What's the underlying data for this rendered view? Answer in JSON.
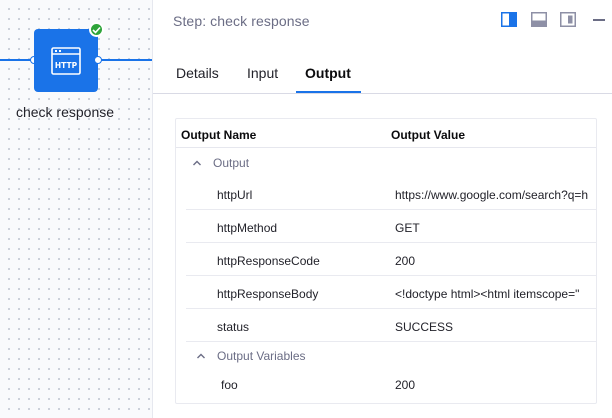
{
  "canvas": {
    "node": {
      "icon_text": "HTTP",
      "label": "check response",
      "status": "success"
    }
  },
  "panel": {
    "title": "Step: check response",
    "layout_buttons": [
      "dock-right-icon",
      "dock-bottom-icon",
      "float-icon"
    ],
    "tabs": [
      {
        "label": "Details",
        "active": false
      },
      {
        "label": "Input",
        "active": false
      },
      {
        "label": "Output",
        "active": true
      }
    ]
  },
  "output_table": {
    "columns": [
      "Output Name",
      "Output Value"
    ],
    "sections": [
      {
        "title": "Output",
        "rows": [
          {
            "name": "httpUrl",
            "value": "https://www.google.com/search?q=h"
          },
          {
            "name": "httpMethod",
            "value": "GET"
          },
          {
            "name": "httpResponseCode",
            "value": "200"
          },
          {
            "name": "httpResponseBody",
            "value": "<!doctype html><html itemscope=\""
          },
          {
            "name": "status",
            "value": "SUCCESS"
          }
        ]
      },
      {
        "title": "Output Variables",
        "rows": [
          {
            "name": "foo",
            "value": "200"
          }
        ]
      }
    ]
  },
  "colors": {
    "accent": "#1a73e8",
    "success": "#2ea43a",
    "muted_text": "#6b6d85"
  }
}
